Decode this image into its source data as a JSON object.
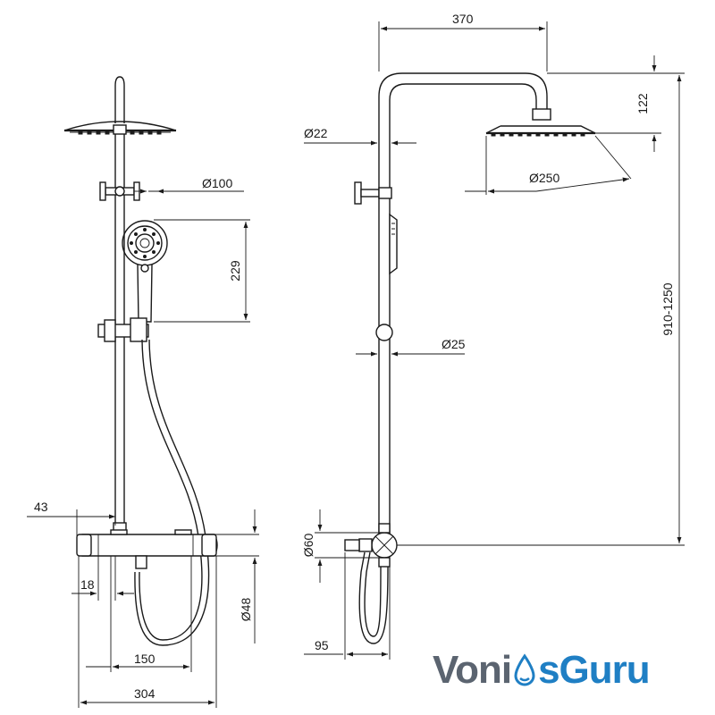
{
  "dimensions": {
    "front_hand_shower_head": "Ø100",
    "front_hand_shower_height": "229",
    "front_offset_left": "43",
    "front_outlet_offset": "18",
    "front_body_diameter": "Ø48",
    "front_inlet_spacing": "150",
    "front_total_width": "304",
    "side_arm_reach": "370",
    "side_pipe_upper": "Ø22",
    "side_head_height": "122",
    "side_head_diameter": "Ø250",
    "side_pipe_lower": "Ø25",
    "side_adjust_height": "910-1250",
    "side_body_height": "Ø60",
    "side_wall_offset": "95"
  },
  "logo": {
    "part1": "Voni",
    "part2": "s",
    "part3": "Guru"
  },
  "colors": {
    "line": "#1a1a1a",
    "logo_grey": "#5b6470",
    "logo_blue": "#1f7fc4"
  }
}
